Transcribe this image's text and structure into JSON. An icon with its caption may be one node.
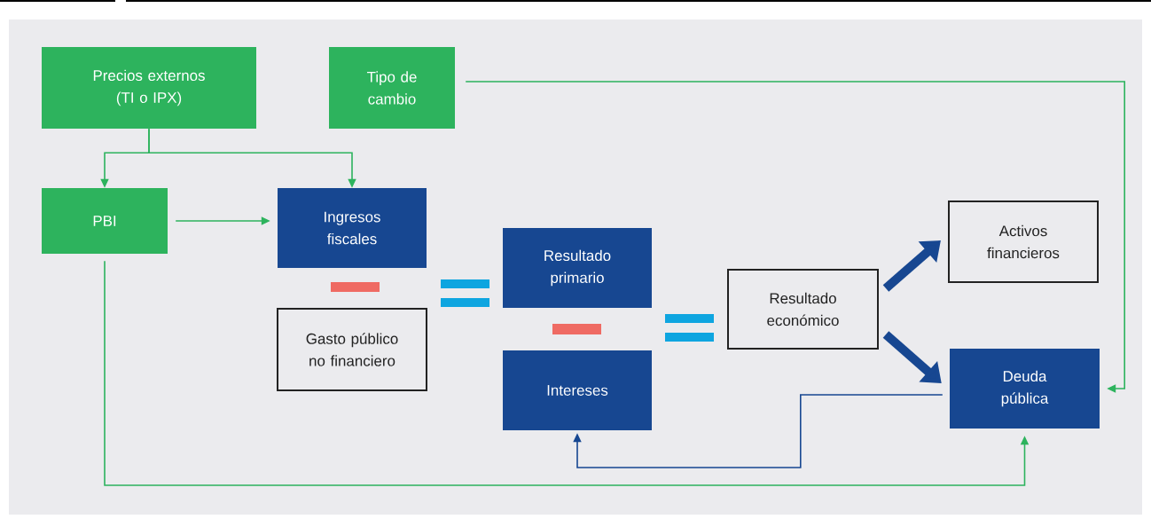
{
  "diagram": {
    "nodes": [
      {
        "text": [
          "Precios externos (TI o IPX)"
        ]
      },
      {
        "text": [
          "Tipo de cambio"
        ]
      },
      {
        "text": [
          "PBI"
        ]
      },
      {
        "text": [
          "Ingresos fiscales"
        ]
      },
      {
        "text": [
          "Gasto público no financiero"
        ]
      },
      {
        "text": [
          "Resultado primario"
        ]
      },
      {
        "text": [
          "Intereses"
        ]
      },
      {
        "text": [
          "Resultado económico"
        ]
      },
      {
        "text": [
          "Activos financieros"
        ]
      },
      {
        "text": [
          "Deuda pública"
        ]
      }
    ],
    "edges": [
      {
        "from": 0,
        "to": 2,
        "arrow": "to"
      },
      {
        "from": 0,
        "to": 3,
        "arrow": "to"
      },
      {
        "from": 2,
        "to": 3,
        "arrow": "to"
      },
      {
        "from": 1,
        "to": 9,
        "arrow": "to"
      },
      {
        "from": 2,
        "to": 9,
        "arrow": "to"
      },
      {
        "from": 7,
        "to": 8,
        "arrow": "to",
        "style": "thick",
        "color": "#174791"
      },
      {
        "from": 7,
        "to": 9,
        "arrow": "to",
        "style": "thick",
        "color": "#174791"
      },
      {
        "from": 9,
        "to": 6,
        "arrow": "to",
        "color": "#174791"
      }
    ]
  }
}
